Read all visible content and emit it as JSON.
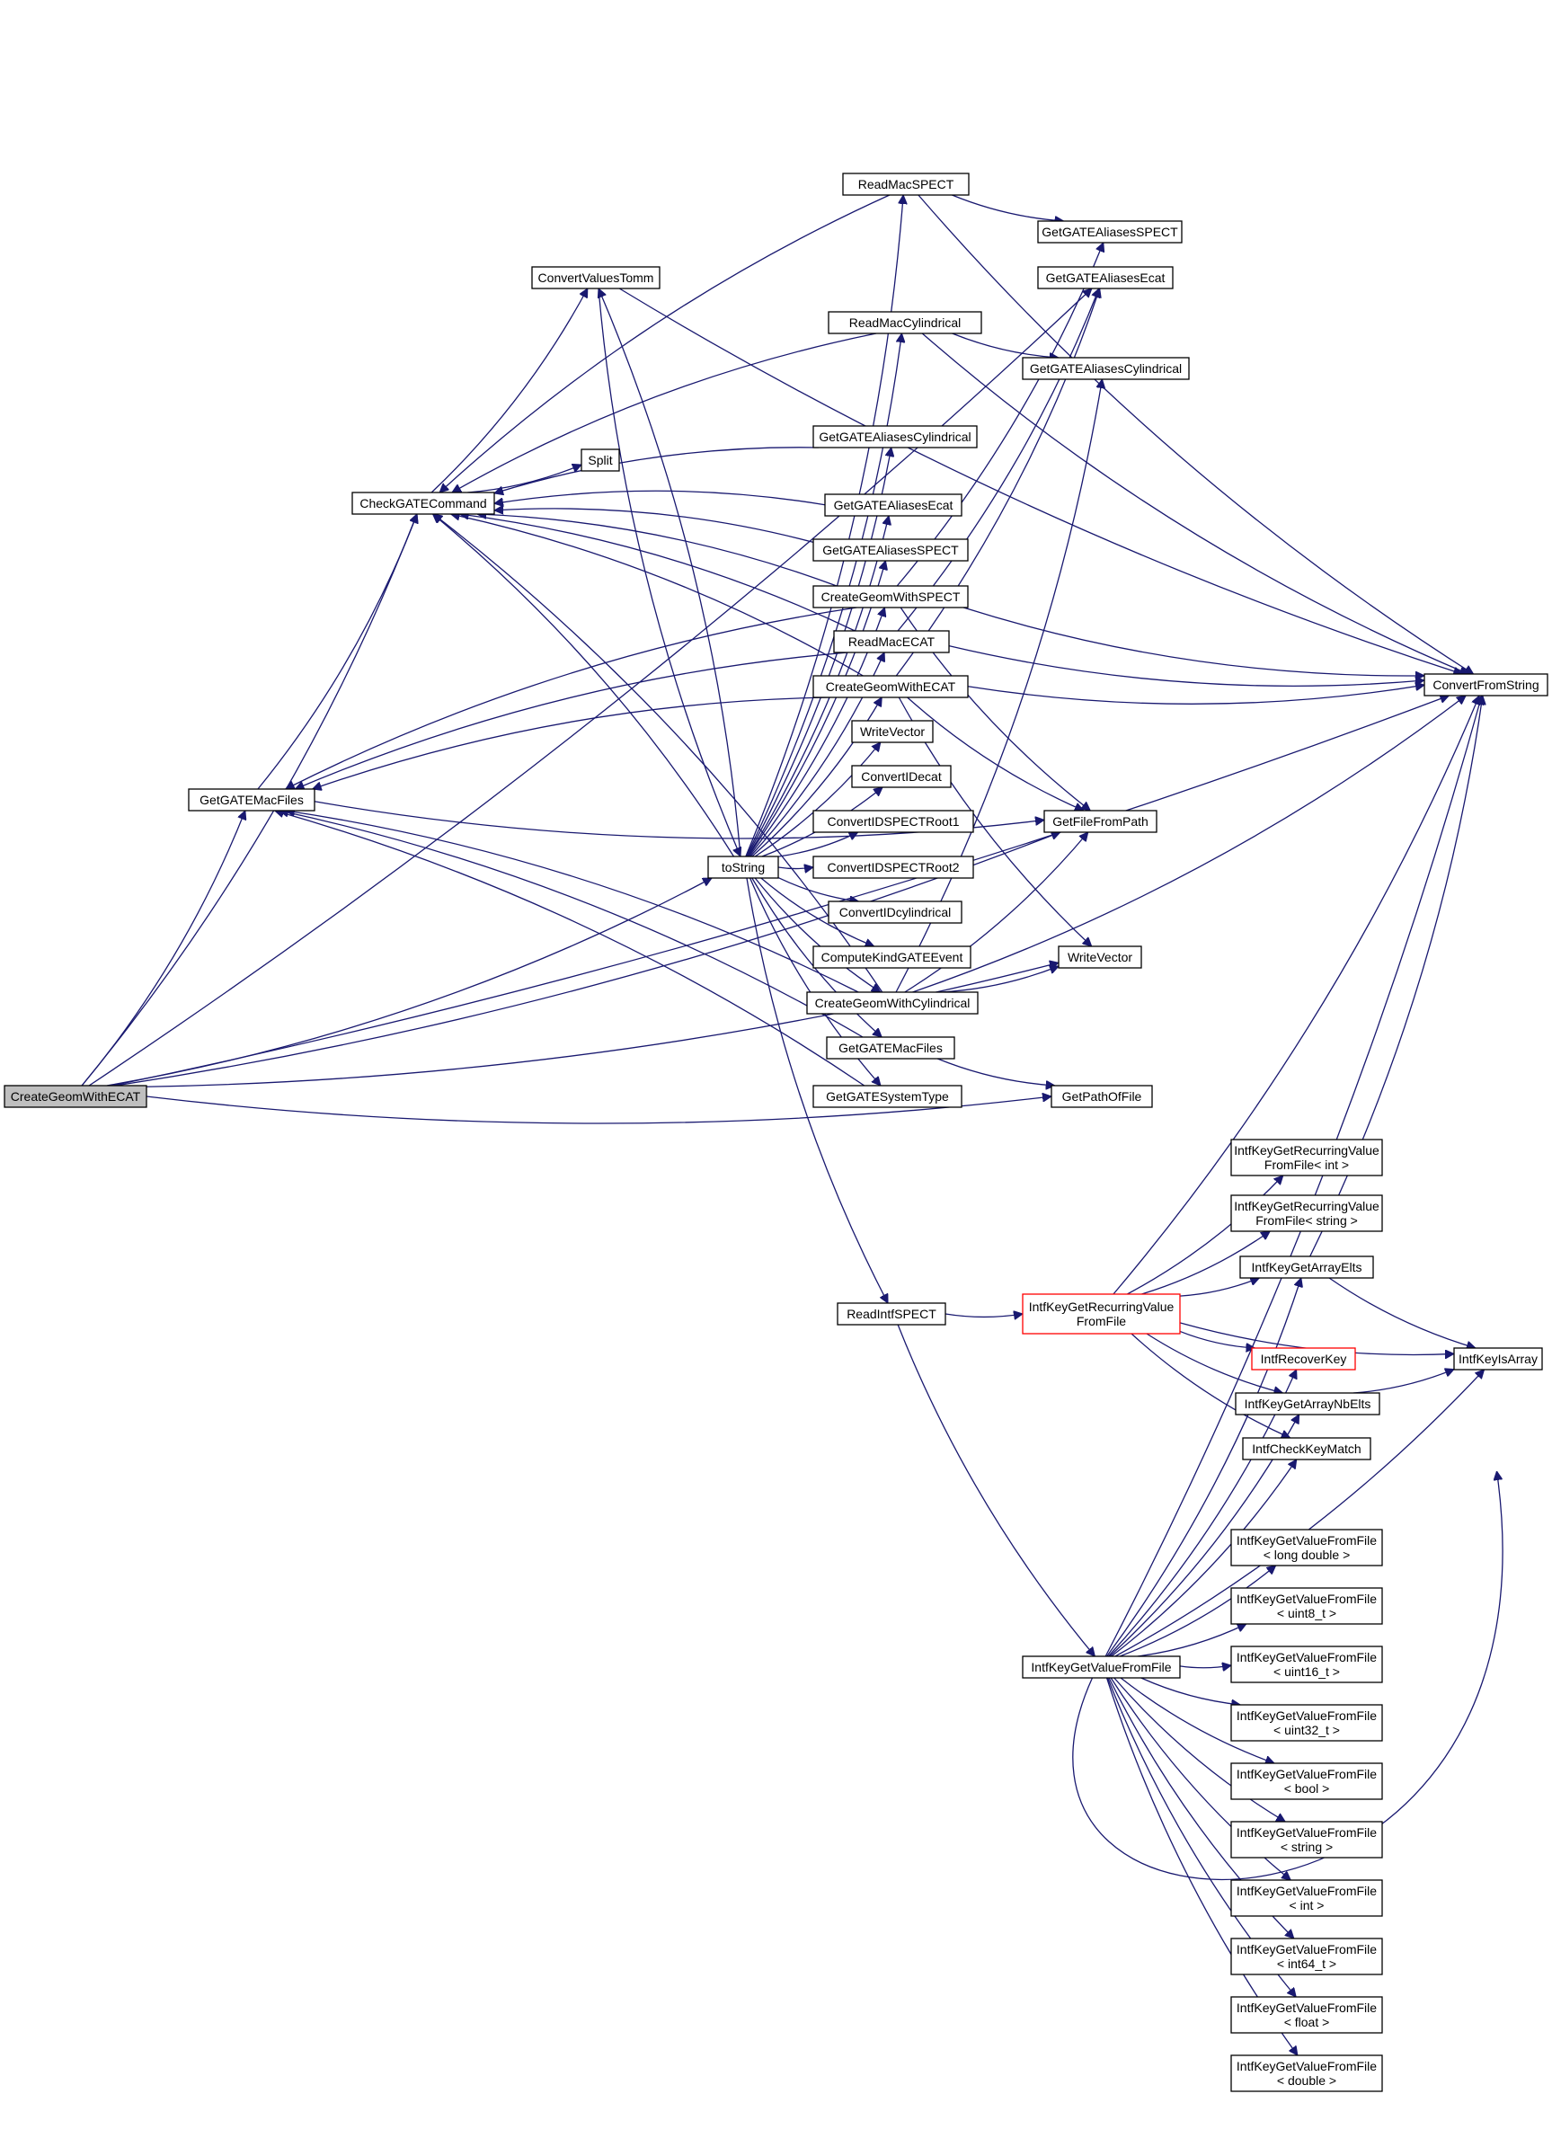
{
  "colors": {
    "edge": "#191970",
    "root_fill": "#bfbfbf",
    "highlight_border": "#ff0000",
    "node_border": "#000000"
  },
  "nodes": {
    "root": [
      "CreateGeomWithECAT"
    ],
    "check": [
      "CheckGATECommand"
    ],
    "getmac_l": [
      "GetGATEMacFiles"
    ],
    "readspect": [
      "ReadMacSPECT"
    ],
    "convvals": [
      "ConvertValuesTomm"
    ],
    "readcyl": [
      "ReadMacCylindrical"
    ],
    "getali_spect_r": [
      "GetGATEAliasesSPECT"
    ],
    "getali_ecat_r": [
      "GetGATEAliasesEcat"
    ],
    "getali_cyl_r": [
      "GetGATEAliasesCylindrical"
    ],
    "split": [
      "Split"
    ],
    "getali_cyl_m": [
      "GetGATEAliasesCylindrical"
    ],
    "getali_ecat_m": [
      "GetGATEAliasesEcat"
    ],
    "getali_spect_m": [
      "GetGATEAliasesSPECT"
    ],
    "cg_spect": [
      "CreateGeomWithSPECT"
    ],
    "readecat": [
      "ReadMacECAT"
    ],
    "cg_ecat": [
      "CreateGeomWithECAT"
    ],
    "writevec_m": [
      "WriteVector"
    ],
    "convidecat": [
      "ConvertIDecat"
    ],
    "convidspect1": [
      "ConvertIDSPECTRoot1"
    ],
    "tostring": [
      "toString"
    ],
    "convidspect2": [
      "ConvertIDSPECTRoot2"
    ],
    "convidcyl": [
      "ConvertIDcylindrical"
    ],
    "computekind": [
      "ComputeKindGATEEvent"
    ],
    "cg_cyl": [
      "CreateGeomWithCylindrical"
    ],
    "getmac_m": [
      "GetGATEMacFiles"
    ],
    "getsystype": [
      "GetGATESystemType"
    ],
    "getfilefrompath": [
      "GetFileFromPath"
    ],
    "writevec_r": [
      "WriteVector"
    ],
    "getpathoffile": [
      "GetPathOfFile"
    ],
    "convfromstring": [
      "ConvertFromString"
    ],
    "intf_rec_int": [
      "IntfKeyGetRecurringValue",
      "FromFile< int >"
    ],
    "intf_rec_str": [
      "IntfKeyGetRecurringValue",
      "FromFile< string >"
    ],
    "intf_arrayelts": [
      "IntfKeyGetArrayElts"
    ],
    "readintf": [
      "ReadIntfSPECT"
    ],
    "intf_rec": [
      "IntfKeyGetRecurringValue",
      "FromFile"
    ],
    "intf_iskarray": [
      "IntfKeyIsArray"
    ],
    "intf_recoverkey": [
      "IntfRecoverKey"
    ],
    "intf_arraynb": [
      "IntfKeyGetArrayNbElts"
    ],
    "intf_checkkey": [
      "IntfCheckKeyMatch"
    ],
    "intf_getval": [
      "IntfKeyGetValueFromFile"
    ],
    "v_longdouble": [
      "IntfKeyGetValueFromFile",
      "< long double >"
    ],
    "v_uint8": [
      "IntfKeyGetValueFromFile",
      "< uint8_t >"
    ],
    "v_uint16": [
      "IntfKeyGetValueFromFile",
      "< uint16_t >"
    ],
    "v_uint32": [
      "IntfKeyGetValueFromFile",
      "< uint32_t >"
    ],
    "v_bool": [
      "IntfKeyGetValueFromFile",
      "< bool >"
    ],
    "v_string": [
      "IntfKeyGetValueFromFile",
      "< string >"
    ],
    "v_int": [
      "IntfKeyGetValueFromFile",
      "< int >"
    ],
    "v_int64": [
      "IntfKeyGetValueFromFile",
      "< int64_t >"
    ],
    "v_float": [
      "IntfKeyGetValueFromFile",
      "< float >"
    ],
    "v_double": [
      "IntfKeyGetValueFromFile",
      "< double >"
    ]
  },
  "edges": [
    [
      "root",
      "getmac_l"
    ],
    [
      "root",
      "check"
    ],
    [
      "root",
      "tostring"
    ],
    [
      "root",
      "getali_ecat_r"
    ],
    [
      "root",
      "getfilefrompath"
    ],
    [
      "root",
      "writevec_r"
    ],
    [
      "root",
      "getpathoffile"
    ],
    [
      "root",
      "convfromstring"
    ],
    [
      "getmac_l",
      "check"
    ],
    [
      "getmac_l",
      "getfilefrompath"
    ],
    [
      "check",
      "split"
    ],
    [
      "check",
      "convvals"
    ],
    [
      "convvals",
      "tostring"
    ],
    [
      "convvals",
      "convfromstring"
    ],
    [
      "readspect",
      "check"
    ],
    [
      "readspect",
      "getali_spect_r"
    ],
    [
      "readspect",
      "convfromstring"
    ],
    [
      "readcyl",
      "check"
    ],
    [
      "readcyl",
      "getali_cyl_r"
    ],
    [
      "readcyl",
      "convfromstring"
    ],
    [
      "readecat",
      "check"
    ],
    [
      "readecat",
      "getmac_l"
    ],
    [
      "readecat",
      "getali_ecat_r"
    ],
    [
      "readecat",
      "convfromstring"
    ],
    [
      "getali_cyl_m",
      "check"
    ],
    [
      "getali_ecat_m",
      "check"
    ],
    [
      "getali_spect_m",
      "check"
    ],
    [
      "cg_spect",
      "check"
    ],
    [
      "cg_spect",
      "getmac_l"
    ],
    [
      "cg_spect",
      "getali_spect_r"
    ],
    [
      "cg_spect",
      "getfilefrompath"
    ],
    [
      "cg_spect",
      "convfromstring"
    ],
    [
      "cg_ecat",
      "check"
    ],
    [
      "cg_ecat",
      "getmac_l"
    ],
    [
      "cg_ecat",
      "getali_ecat_r"
    ],
    [
      "cg_ecat",
      "getfilefrompath"
    ],
    [
      "cg_ecat",
      "writevec_r"
    ],
    [
      "cg_ecat",
      "convfromstring"
    ],
    [
      "cg_cyl",
      "check"
    ],
    [
      "cg_cyl",
      "getmac_l"
    ],
    [
      "cg_cyl",
      "getali_cyl_r"
    ],
    [
      "cg_cyl",
      "getfilefrompath"
    ],
    [
      "cg_cyl",
      "writevec_r"
    ],
    [
      "cg_cyl",
      "convfromstring"
    ],
    [
      "getmac_m",
      "getmac_l"
    ],
    [
      "getmac_m",
      "getpathoffile"
    ],
    [
      "getsystype",
      "getmac_l"
    ],
    [
      "tostring",
      "readspect"
    ],
    [
      "tostring",
      "convvals"
    ],
    [
      "tostring",
      "readcyl"
    ],
    [
      "tostring",
      "getali_cyl_m"
    ],
    [
      "tostring",
      "getali_ecat_m"
    ],
    [
      "tostring",
      "getali_spect_m"
    ],
    [
      "tostring",
      "cg_spect"
    ],
    [
      "tostring",
      "readecat"
    ],
    [
      "tostring",
      "cg_ecat"
    ],
    [
      "tostring",
      "writevec_m"
    ],
    [
      "tostring",
      "convidecat"
    ],
    [
      "tostring",
      "convidspect1"
    ],
    [
      "tostring",
      "convidspect2"
    ],
    [
      "tostring",
      "convidcyl"
    ],
    [
      "tostring",
      "computekind"
    ],
    [
      "tostring",
      "cg_cyl"
    ],
    [
      "tostring",
      "getmac_m"
    ],
    [
      "tostring",
      "getsystype"
    ],
    [
      "tostring",
      "readintf"
    ],
    [
      "tostring",
      "check"
    ],
    [
      "readintf",
      "intf_rec"
    ],
    [
      "readintf",
      "intf_getval"
    ],
    [
      "intf_rec",
      "intf_rec_int"
    ],
    [
      "intf_rec",
      "intf_rec_str"
    ],
    [
      "intf_rec",
      "intf_arrayelts"
    ],
    [
      "intf_rec",
      "intf_iskarray"
    ],
    [
      "intf_rec",
      "intf_recoverkey"
    ],
    [
      "intf_rec",
      "intf_arraynb"
    ],
    [
      "intf_rec",
      "intf_checkkey"
    ],
    [
      "intf_rec",
      "convfromstring"
    ],
    [
      "intf_arrayelts",
      "intf_iskarray"
    ],
    [
      "intf_arrayelts",
      "convfromstring"
    ],
    [
      "intf_arraynb",
      "intf_iskarray"
    ],
    [
      "intf_getval",
      "intf_arrayelts"
    ],
    [
      "intf_getval",
      "intf_recoverkey"
    ],
    [
      "intf_getval",
      "intf_arraynb"
    ],
    [
      "intf_getval",
      "intf_checkkey"
    ],
    [
      "intf_getval",
      "intf_iskarray"
    ],
    [
      "intf_getval",
      "convfromstring"
    ],
    [
      "intf_getval",
      "v_longdouble"
    ],
    [
      "intf_getval",
      "v_uint8"
    ],
    [
      "intf_getval",
      "v_uint16"
    ],
    [
      "intf_getval",
      "v_uint32"
    ],
    [
      "intf_getval",
      "v_bool"
    ],
    [
      "intf_getval",
      "v_string"
    ],
    [
      "intf_getval",
      "v_int"
    ],
    [
      "intf_getval",
      "v_int64"
    ],
    [
      "intf_getval",
      "v_float"
    ],
    [
      "intf_getval",
      "v_double"
    ],
    [
      "intf_getval",
      "intf_getval"
    ]
  ]
}
